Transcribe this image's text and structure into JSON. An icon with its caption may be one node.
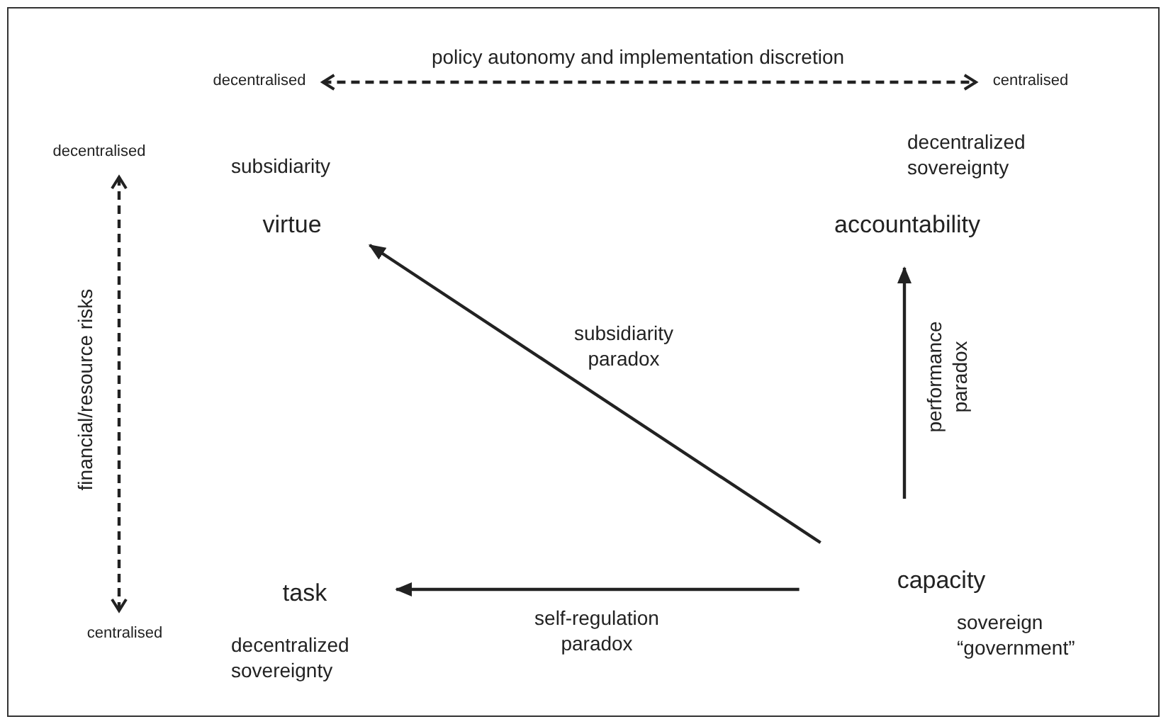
{
  "diagram": {
    "nodes": [
      {
        "text": [
          "decentralised"
        ]
      },
      {
        "text": [
          "centralised"
        ]
      },
      {
        "text": [
          "decentralised"
        ]
      },
      {
        "text": [
          "centralised"
        ]
      },
      {
        "text": [
          "virtue"
        ],
        "beside": [
          "subsidiarity"
        ]
      },
      {
        "text": [
          "accountability"
        ],
        "beside": [
          "decentralized sovereignty"
        ]
      },
      {
        "text": [
          "task"
        ],
        "beside": [
          "decentralized sovereignty"
        ]
      },
      {
        "text": [
          "capacity"
        ],
        "beside": [
          "sovereign “government”"
        ]
      }
    ],
    "edges": [
      {
        "from": 0,
        "to": 1,
        "arrow": "both",
        "style": "dashed",
        "label": "policy autonomy and implementation discretion"
      },
      {
        "from": 2,
        "to": 3,
        "arrow": "both",
        "style": "dashed",
        "label": "financial/resource risks"
      },
      {
        "from": 7,
        "to": 4,
        "arrow": "to",
        "label": "subsidiarity paradox"
      },
      {
        "from": 7,
        "to": 5,
        "arrow": "to",
        "label": "performance paradox"
      },
      {
        "from": 7,
        "to": 6,
        "arrow": "to",
        "label": "self-regulation paradox"
      }
    ]
  }
}
